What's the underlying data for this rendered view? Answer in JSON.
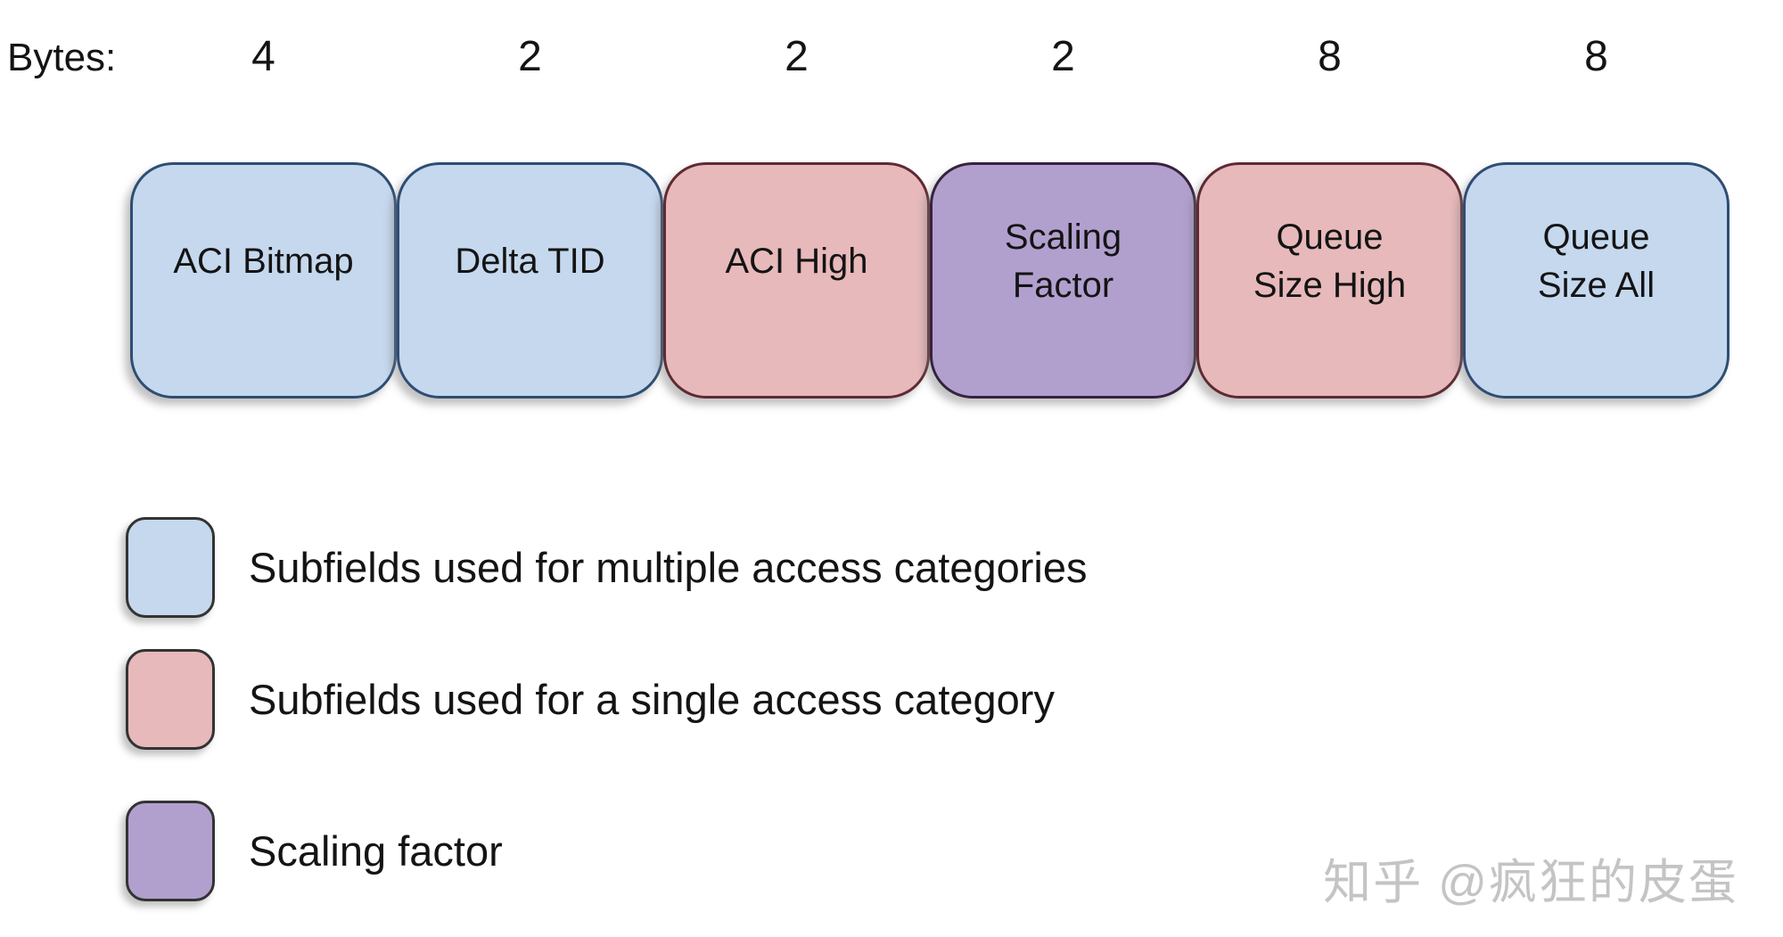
{
  "bytes_row": {
    "label": "Bytes:"
  },
  "fields": [
    {
      "label": "ACI Bitmap",
      "bytes": "4",
      "category": "multiple"
    },
    {
      "label": "Delta TID",
      "bytes": "2",
      "category": "multiple"
    },
    {
      "label": "ACI High",
      "bytes": "2",
      "category": "single"
    },
    {
      "label": "Scaling\nFactor",
      "bytes": "2",
      "category": "scaling"
    },
    {
      "label": "Queue\nSize High",
      "bytes": "8",
      "category": "single"
    },
    {
      "label": "Queue\nSize All",
      "bytes": "8",
      "category": "multiple"
    }
  ],
  "legend": [
    {
      "category": "multiple",
      "label": "Subfields used for multiple access categories"
    },
    {
      "category": "single",
      "label": "Subfields used for a single access category"
    },
    {
      "category": "scaling",
      "label": "Scaling factor"
    }
  ],
  "colors": {
    "multiple_fill": "#c5d8ee",
    "multiple_border": "#2f4d73",
    "single_fill": "#e7b9bb",
    "single_border": "#5f2a33",
    "scaling_fill": "#b1a0ce",
    "scaling_border": "#37223e",
    "watermark": "#c4c4c4"
  },
  "watermark": "知乎 @疯狂的皮蛋"
}
